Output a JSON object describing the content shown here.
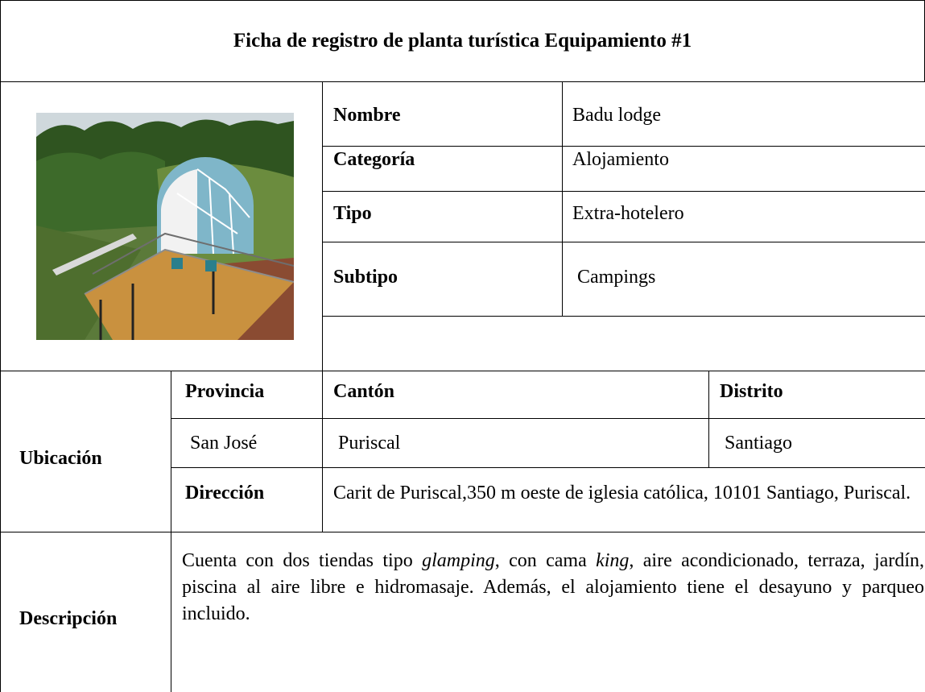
{
  "title": "Ficha de registro de planta turística Equipamiento #1",
  "photo": {
    "alt": "Domo de glamping con terraza de madera en ladera con vegetación"
  },
  "fields": {
    "nombre_label": "Nombre",
    "nombre_value": "Badu lodge",
    "categoria_label": "Categoría",
    "categoria_value": "Alojamiento",
    "tipo_label": "Tipo",
    "tipo_value": "Extra-hotelero",
    "subtipo_label": "Subtipo",
    "subtipo_value": "Campings"
  },
  "ubicacion": {
    "label": "Ubicación",
    "provincia_label": "Provincia",
    "provincia_value": "San José",
    "canton_label": "Cantón",
    "canton_value": "Puriscal",
    "distrito_label": "Distrito",
    "distrito_value": "Santiago",
    "direccion_label": "Dirección",
    "direccion_value": "Carit de Puriscal,350 m oeste de iglesia católica, 10101 Santiago, Puriscal."
  },
  "descripcion": {
    "label": "Descripción",
    "text_1": "Cuenta con dos tiendas tipo ",
    "em_1": "glamping",
    "text_2": ", con cama ",
    "em_2": "king",
    "text_3": ", aire acondicionado, terraza, jardín, piscina al aire libre e hidromasaje. Además, el alojamiento tiene el desayuno y parqueo incluido."
  }
}
